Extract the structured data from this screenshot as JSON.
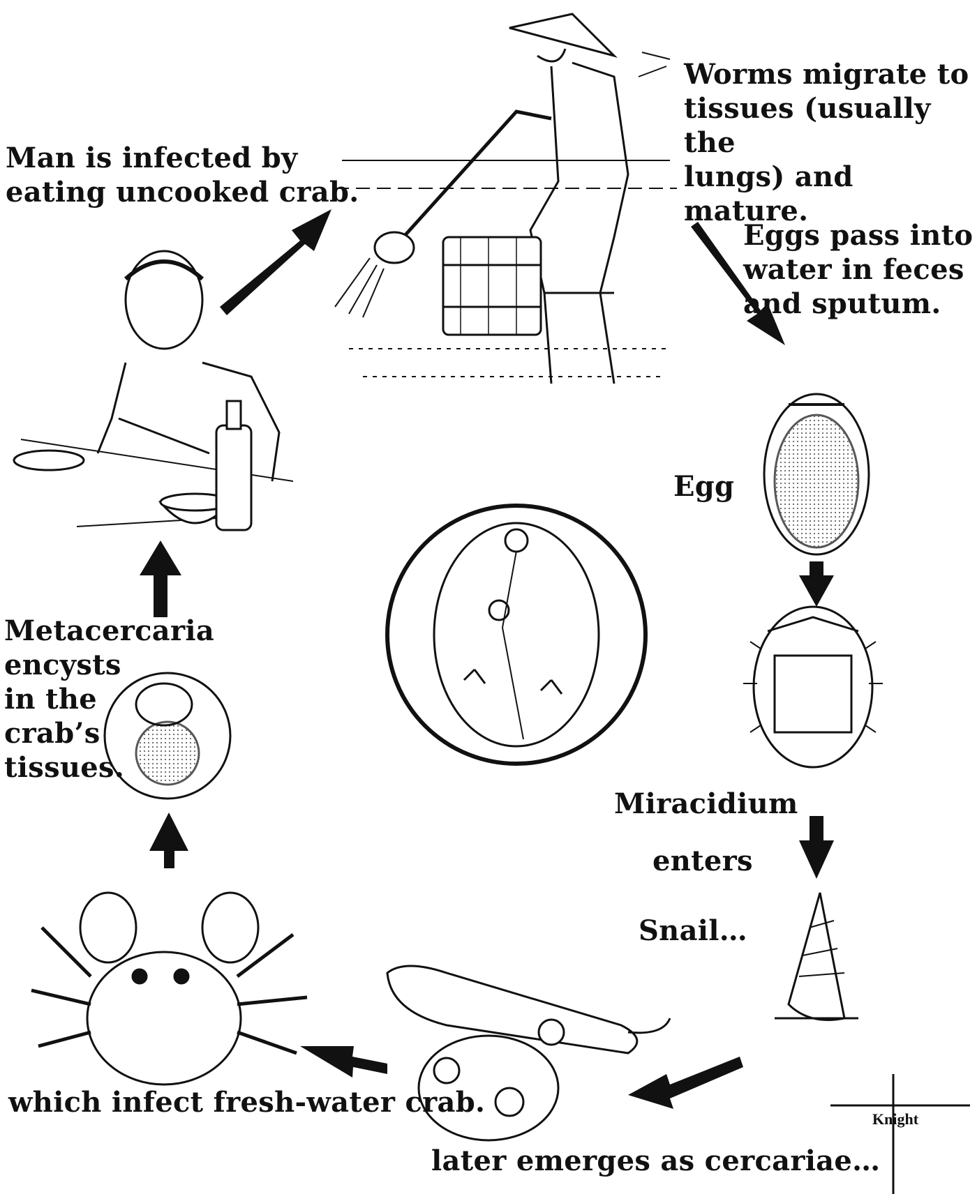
{
  "labels": {
    "worms": "Worms migrate to\ntissues (usually the\nlungs) and mature.",
    "man": "Man is infected by\neating uncooked crab.",
    "eggs": "Eggs pass into\nwater in feces\nand sputum.",
    "egg": "Egg",
    "metacercaria": "Metacercaria\nencysts\nin the\ncrab’s\ntissues.",
    "miracidium": "Miracidium",
    "enters": "enters",
    "snail": "Snail…",
    "crab": "which infect fresh-water crab.",
    "cercariae": "later emerges as cercariae…"
  },
  "signature": "Knight",
  "colors": {
    "ink": "#111111",
    "paper": "#ffffff"
  }
}
